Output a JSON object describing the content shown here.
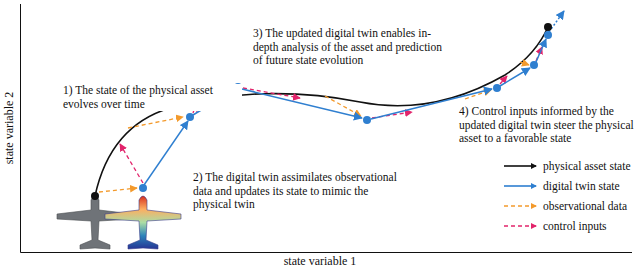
{
  "diagram": {
    "labels": [
      "1) The state of the physical asset evolves over time",
      "2) The digital twin assimilates observational data and updates its state to mimic the physical twin",
      "3) The updated digital twin enables in-depth analysis of the asset and prediction of future state evolution",
      "4) Control inputs informed by the updated digital twin steer the physical asset to a favorable state",
      "state variable 1",
      "state variable 2"
    ],
    "legend": [
      {
        "text": "physical asset state"
      },
      {
        "text": "digital twin state"
      },
      {
        "text": "observational data"
      },
      {
        "text": "control inputs"
      }
    ]
  }
}
